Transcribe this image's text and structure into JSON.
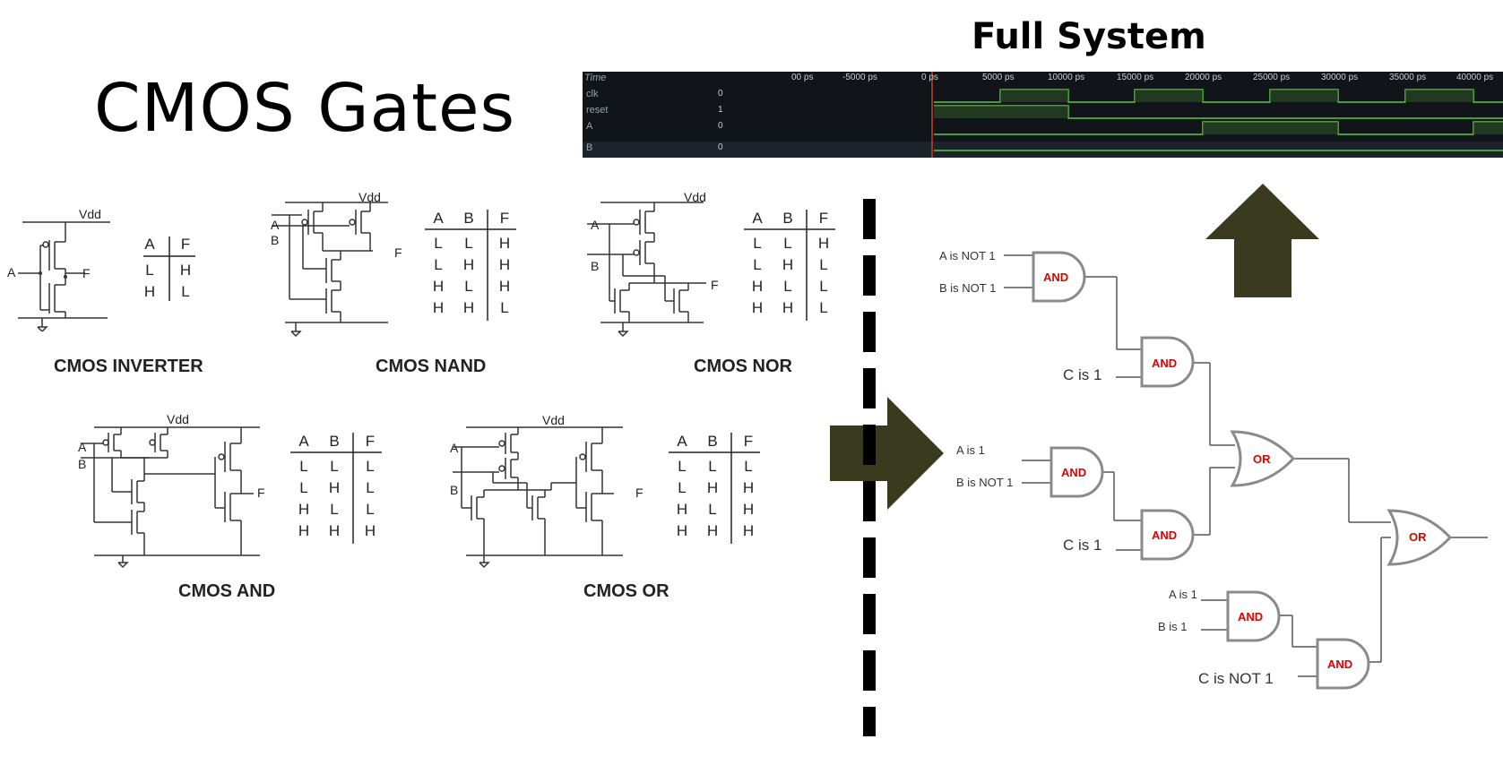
{
  "title": "CMOS Gates",
  "full_system_title": "Full System",
  "colors": {
    "arrow": "#3a3a1f",
    "wave_bg": "#111419",
    "wave_signal": "#59c93a",
    "gate_label": "#e00000",
    "gate_stroke": "#8a8a8a"
  },
  "gates": {
    "inverter": {
      "caption": "CMOS INVERTER",
      "vdd": "Vdd",
      "input_label": "A",
      "output_label": "F",
      "table": {
        "headers": [
          "A",
          "F"
        ],
        "rows": [
          [
            "L",
            "H"
          ],
          [
            "H",
            "L"
          ]
        ]
      }
    },
    "nand": {
      "caption": "CMOS NAND",
      "vdd": "Vdd",
      "input_labels": [
        "A",
        "B"
      ],
      "output_label": "F",
      "table": {
        "headers": [
          "A",
          "B",
          "F"
        ],
        "rows": [
          [
            "L",
            "L",
            "H"
          ],
          [
            "L",
            "H",
            "H"
          ],
          [
            "H",
            "L",
            "H"
          ],
          [
            "H",
            "H",
            "L"
          ]
        ]
      }
    },
    "nor": {
      "caption": "CMOS NOR",
      "vdd": "Vdd",
      "input_labels": [
        "A",
        "B"
      ],
      "output_label": "F",
      "table": {
        "headers": [
          "A",
          "B",
          "F"
        ],
        "rows": [
          [
            "L",
            "L",
            "H"
          ],
          [
            "L",
            "H",
            "L"
          ],
          [
            "H",
            "L",
            "L"
          ],
          [
            "H",
            "H",
            "L"
          ]
        ]
      }
    },
    "and": {
      "caption": "CMOS AND",
      "vdd": "Vdd",
      "input_labels": [
        "A",
        "B"
      ],
      "output_label": "F",
      "table": {
        "headers": [
          "A",
          "B",
          "F"
        ],
        "rows": [
          [
            "L",
            "L",
            "L"
          ],
          [
            "L",
            "H",
            "L"
          ],
          [
            "H",
            "L",
            "L"
          ],
          [
            "H",
            "H",
            "H"
          ]
        ]
      }
    },
    "or": {
      "caption": "CMOS OR",
      "vdd": "Vdd",
      "input_labels": [
        "A",
        "B"
      ],
      "output_label": "F",
      "table": {
        "headers": [
          "A",
          "B",
          "F"
        ],
        "rows": [
          [
            "L",
            "L",
            "L"
          ],
          [
            "L",
            "H",
            "H"
          ],
          [
            "H",
            "L",
            "H"
          ],
          [
            "H",
            "H",
            "H"
          ]
        ]
      }
    }
  },
  "waveform": {
    "header": "Time",
    "ticks": [
      "00 ps",
      "-5000 ps",
      "0 ps",
      "5000 ps",
      "10000 ps",
      "15000 ps",
      "20000 ps",
      "25000 ps",
      "30000 ps",
      "35000 ps",
      "40000 ps"
    ],
    "signals": [
      {
        "name": "clk",
        "value": "0"
      },
      {
        "name": "reset",
        "value": "1"
      },
      {
        "name": "A",
        "value": "0"
      },
      {
        "name": "B",
        "value": "0"
      }
    ]
  },
  "logic_circuit": {
    "inputs": {
      "g1_a": "A is NOT 1",
      "g1_b": "B is NOT 1",
      "g2_c": "C is 1",
      "g3_a": "A is 1",
      "g3_b": "B is NOT 1",
      "g4_c": "C is 1",
      "g5_a": "A is 1",
      "g5_b": "B is  1",
      "g6_c": "C is NOT 1"
    },
    "gate_labels": {
      "and": "AND",
      "or": "OR"
    }
  }
}
